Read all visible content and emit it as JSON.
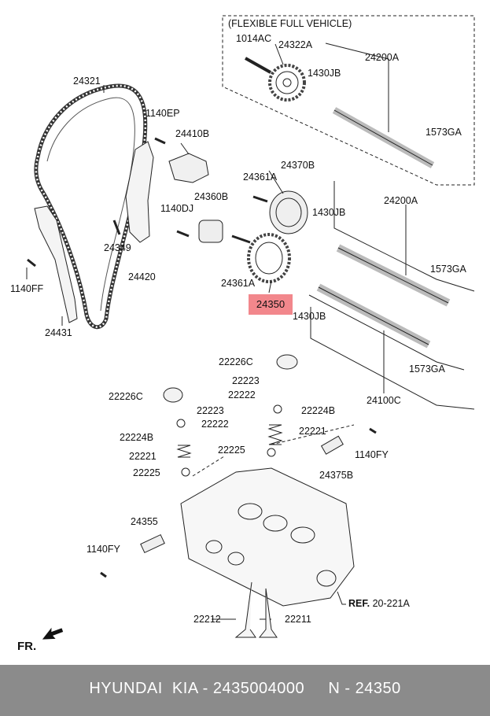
{
  "box_title": "(FLEXIBLE FULL VEHICLE)",
  "highlight_label": "24350",
  "ref_prefix": "REF.",
  "ref_value": "20-221A",
  "front_label": "FR.",
  "part_labels": [
    {
      "id": "1014AC",
      "text": "1014AC"
    },
    {
      "id": "24322A",
      "text": "24322A"
    },
    {
      "id": "24200A-top",
      "text": "24200A"
    },
    {
      "id": "1430JB-top",
      "text": "1430JB"
    },
    {
      "id": "1573GA-top",
      "text": "1573GA"
    },
    {
      "id": "24321",
      "text": "24321"
    },
    {
      "id": "1140EP",
      "text": "1140EP"
    },
    {
      "id": "24410B",
      "text": "24410B"
    },
    {
      "id": "24370B",
      "text": "24370B"
    },
    {
      "id": "24361A-top",
      "text": "24361A"
    },
    {
      "id": "24360B",
      "text": "24360B"
    },
    {
      "id": "1140DJ",
      "text": "1140DJ"
    },
    {
      "id": "1430JB-mid",
      "text": "1430JB"
    },
    {
      "id": "24200A-mid",
      "text": "24200A"
    },
    {
      "id": "1573GA-mid",
      "text": "1573GA"
    },
    {
      "id": "24349",
      "text": "24349"
    },
    {
      "id": "24420",
      "text": "24420"
    },
    {
      "id": "24361A-bot",
      "text": "24361A"
    },
    {
      "id": "1140FF",
      "text": "1140FF"
    },
    {
      "id": "1430JB-bot",
      "text": "1430JB"
    },
    {
      "id": "24431",
      "text": "24431"
    },
    {
      "id": "22226C-top",
      "text": "22226C"
    },
    {
      "id": "1573GA-bot",
      "text": "1573GA"
    },
    {
      "id": "22223-top",
      "text": "22223"
    },
    {
      "id": "22222-top",
      "text": "22222"
    },
    {
      "id": "22226C-left",
      "text": "22226C"
    },
    {
      "id": "24100C",
      "text": "24100C"
    },
    {
      "id": "22224B-right",
      "text": "22224B"
    },
    {
      "id": "22223-left",
      "text": "22223"
    },
    {
      "id": "22222-left",
      "text": "22222"
    },
    {
      "id": "22221-right",
      "text": "22221"
    },
    {
      "id": "22224B-left",
      "text": "22224B"
    },
    {
      "id": "22225-right",
      "text": "22225"
    },
    {
      "id": "1140FY-right",
      "text": "1140FY"
    },
    {
      "id": "22221-left",
      "text": "22221"
    },
    {
      "id": "24375B",
      "text": "24375B"
    },
    {
      "id": "22225-left",
      "text": "22225"
    },
    {
      "id": "24355",
      "text": "24355"
    },
    {
      "id": "1140FY-left",
      "text": "1140FY"
    },
    {
      "id": "22212",
      "text": "22212"
    },
    {
      "id": "22211",
      "text": "22211"
    }
  ],
  "footer": {
    "text": "HYUNDAI  KIA - 2435004000     N - 24350"
  }
}
